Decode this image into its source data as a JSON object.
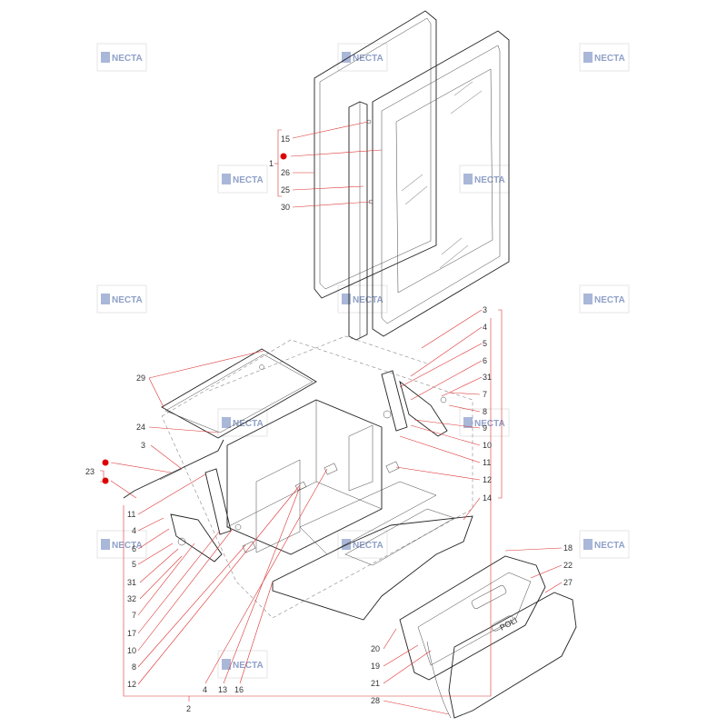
{
  "watermark": {
    "text": "NECTA"
  },
  "watermarks": [
    {
      "label": "NECTA"
    },
    {
      "label": "NECTA"
    },
    {
      "label": "NECTA"
    },
    {
      "label": "NECTA"
    },
    {
      "label": "NECTA"
    },
    {
      "label": "NECTA"
    },
    {
      "label": "NECTA"
    },
    {
      "label": "NECTA"
    },
    {
      "label": "NECTA"
    },
    {
      "label": "NECTA"
    },
    {
      "label": "NECTA"
    },
    {
      "label": "NECTA"
    },
    {
      "label": "NECTA"
    },
    {
      "label": "NECTA"
    }
  ],
  "callouts": {
    "top_group": [
      "15",
      "26",
      "25",
      "30",
      "1"
    ],
    "right_group": [
      "3",
      "4",
      "5",
      "6",
      "31",
      "7",
      "8",
      "9",
      "10",
      "11",
      "12",
      "14"
    ],
    "left_group": [
      "29",
      "24",
      "3",
      "23",
      "11",
      "4",
      "6",
      "5",
      "31",
      "32",
      "7",
      "17",
      "10",
      "8",
      "12"
    ],
    "bottom_group": [
      "4",
      "13",
      "16",
      "2"
    ],
    "front_group": [
      "18",
      "22",
      "27",
      "20",
      "19",
      "21",
      "28"
    ]
  },
  "colors": {
    "leader": "#dd3333",
    "part": "#222222",
    "text": "#333333",
    "marker": "#dd0000"
  }
}
